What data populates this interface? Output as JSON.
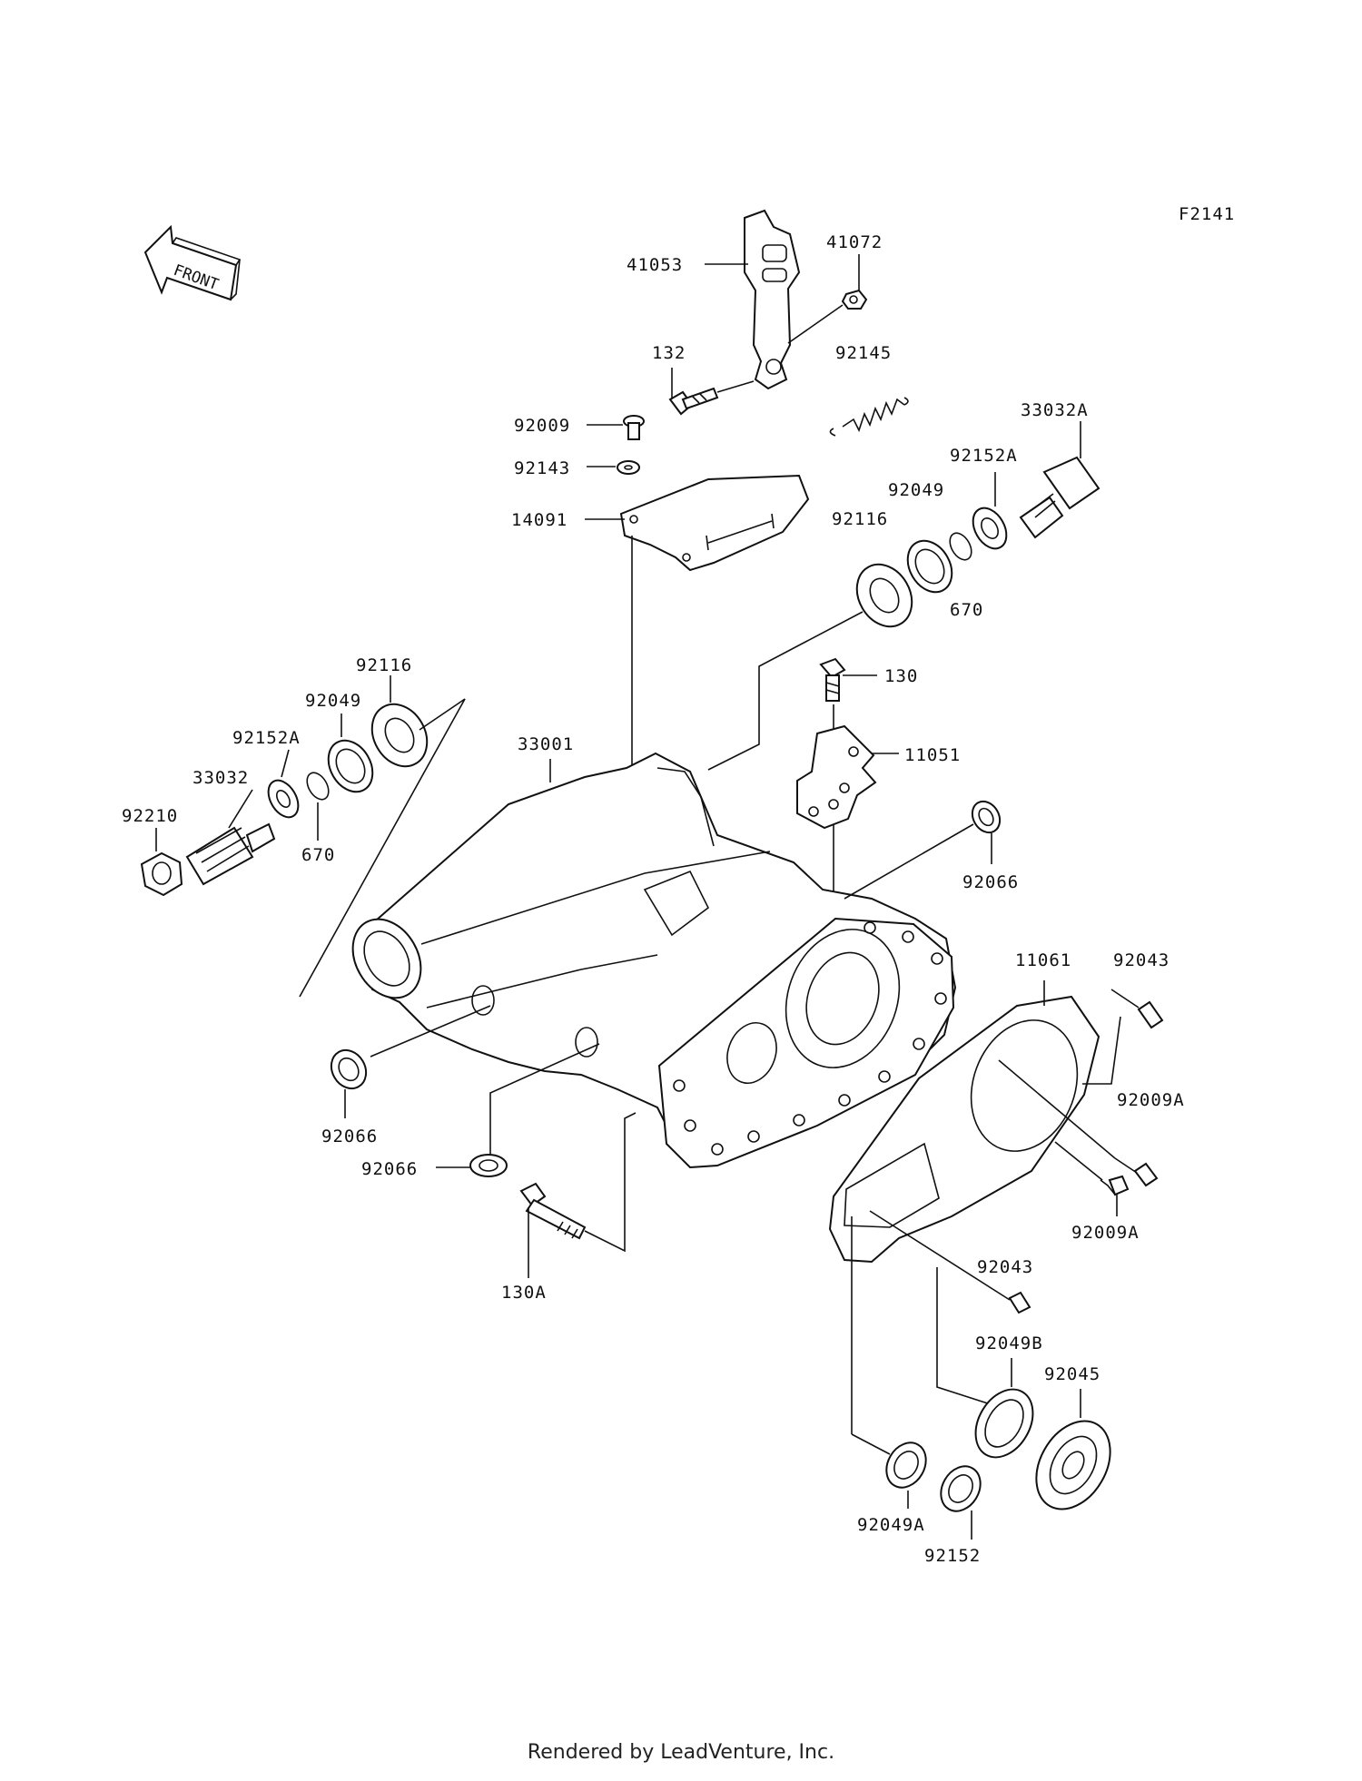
{
  "diagram": {
    "figure_code": "F2141",
    "front_arrow_label": "FRONT",
    "labels": {
      "p41053": "41053",
      "p41072": "41072",
      "p132": "132",
      "p92145": "92145",
      "p92009": "92009",
      "p92143": "92143",
      "p14091": "14091",
      "p33032A": "33032A",
      "p92152A_r": "92152A",
      "p92049_r": "92049",
      "p92116_r": "92116",
      "p670_r": "670",
      "p130": "130",
      "p11051": "11051",
      "p92116_l": "92116",
      "p92049_l": "92049",
      "p92152A_l": "92152A",
      "p33032": "33032",
      "p92210": "92210",
      "p670_l": "670",
      "p33001": "33001",
      "p92066_r": "92066",
      "p11061": "11061",
      "p92043_t": "92043",
      "p92009A_t": "92009A",
      "p92009A_b": "92009A",
      "p92066_l": "92066",
      "p92066_b": "92066",
      "p130A": "130A",
      "p92043_b": "92043",
      "p92049B": "92049B",
      "p92045": "92045",
      "p92049A": "92049A",
      "p92152": "92152"
    }
  },
  "footer": {
    "text": "Rendered by LeadVenture, Inc."
  }
}
